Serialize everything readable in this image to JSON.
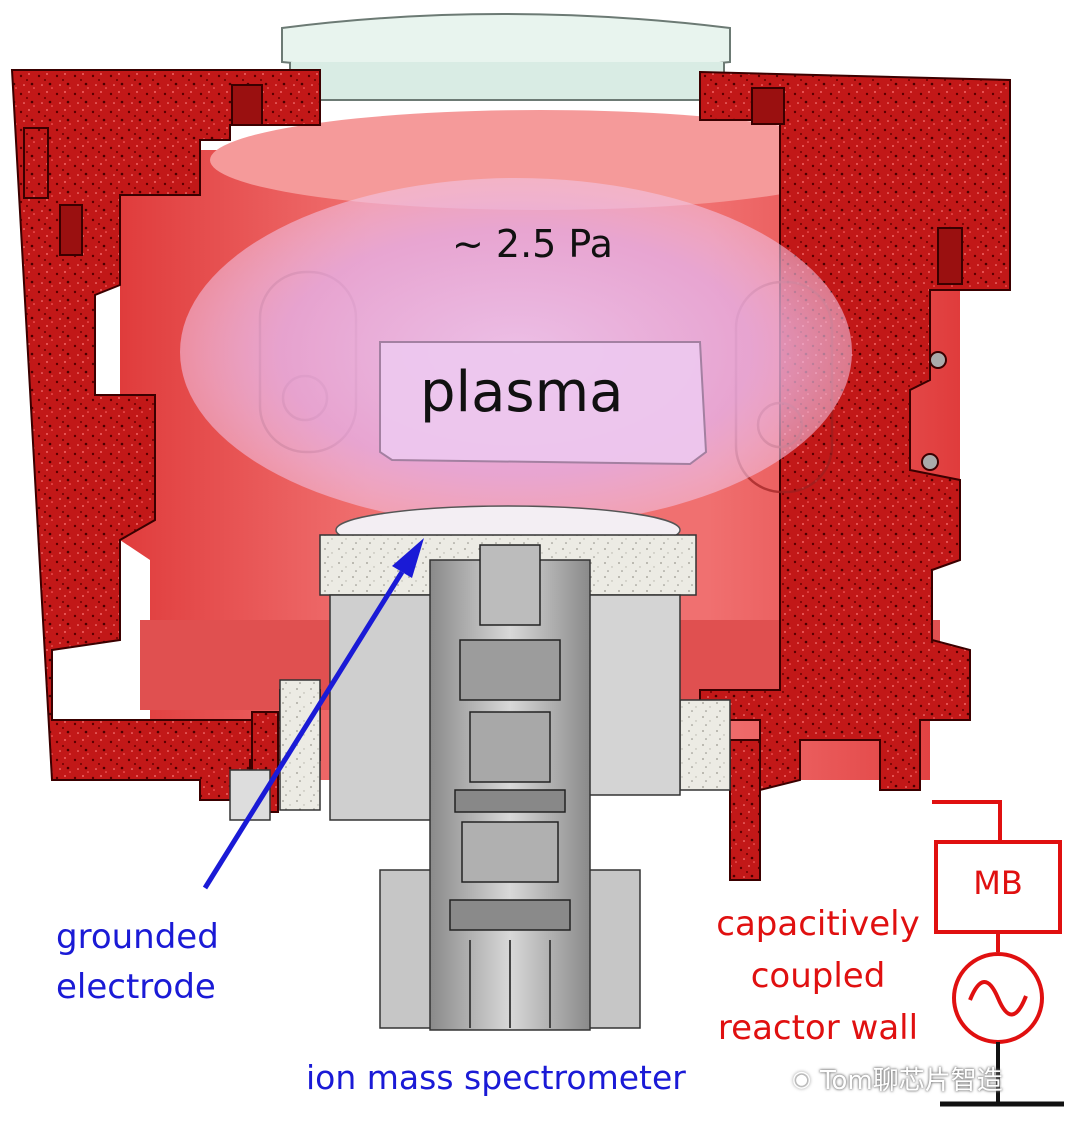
{
  "labels": {
    "pressure": "~ 2.5 Pa",
    "plasma": "plasma",
    "grounded_line1": "grounded",
    "grounded_line2": "electrode",
    "ion_mass_spectrometer": "ion mass spectrometer",
    "wall_line1": "capacitively",
    "wall_line2": "coupled",
    "wall_line3": "reactor wall",
    "matchbox": "MB"
  },
  "watermark": {
    "text": "Tom聊芯片智造",
    "icon": "wechat-icon"
  },
  "colors": {
    "reactor_red": "#d42a2a",
    "plasma_pink": "#e6b0e6",
    "arrow_blue": "#1a1ad6",
    "circuit_red": "#e01010"
  }
}
